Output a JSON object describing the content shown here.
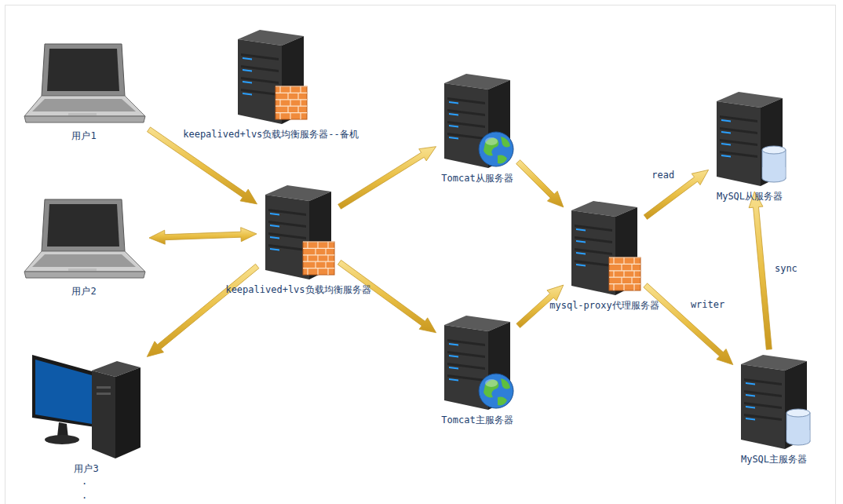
{
  "diagram": {
    "nodes": [
      {
        "text": [
          "用户1"
        ]
      },
      {
        "text": [
          "keepalived+lvs负载均衡服务器--备机"
        ]
      },
      {
        "text": [
          "Tomcat从服务器"
        ]
      },
      {
        "text": [
          "MySQL从服务器"
        ]
      },
      {
        "text": [
          "用户2"
        ]
      },
      {
        "text": [
          "keepalived+lvs负载均衡服务器"
        ]
      },
      {
        "text": [
          "mysql-proxy代理服务器"
        ]
      },
      {
        "text": [
          "Tomcat主服务器"
        ]
      },
      {
        "text": [
          "用户3"
        ]
      },
      {
        "text": [
          "MySQL主服务器"
        ]
      }
    ],
    "edges": [
      {
        "from": 0,
        "to": 5,
        "arrow": "to"
      },
      {
        "from": 4,
        "to": 5,
        "arrow": "both"
      },
      {
        "from": 5,
        "to": 8,
        "arrow": "to"
      },
      {
        "from": 5,
        "to": 2,
        "arrow": "to"
      },
      {
        "from": 5,
        "to": 7,
        "arrow": "to"
      },
      {
        "from": 2,
        "to": 6,
        "arrow": "to"
      },
      {
        "from": 7,
        "to": 6,
        "arrow": "to"
      },
      {
        "from": 6,
        "to": 3,
        "arrow": "to",
        "label": "read"
      },
      {
        "from": 6,
        "to": 9,
        "arrow": "to",
        "label": "writer"
      },
      {
        "from": 9,
        "to": 3,
        "arrow": "to",
        "label": "sync"
      }
    ],
    "labels": [
      ".",
      "."
    ]
  }
}
